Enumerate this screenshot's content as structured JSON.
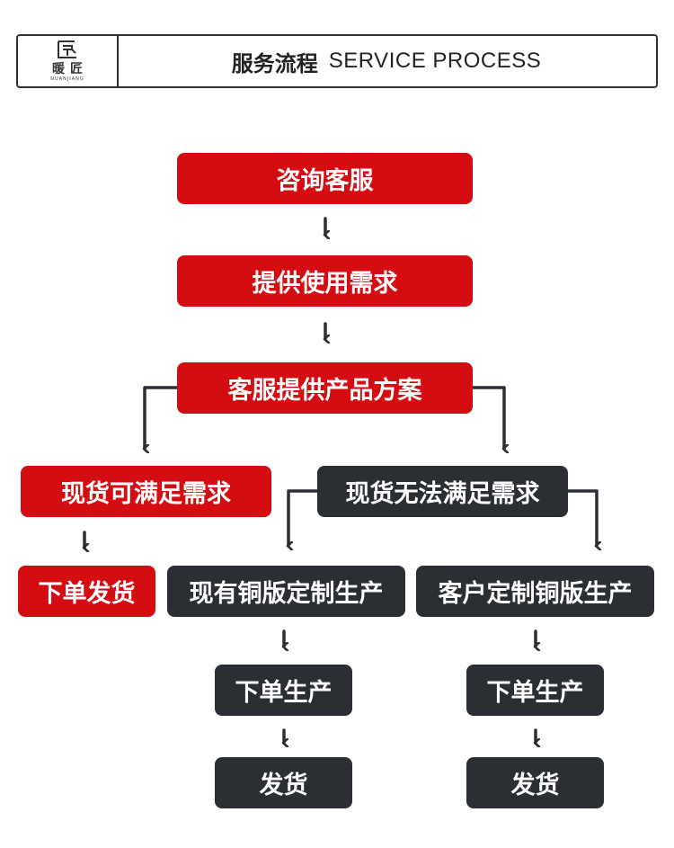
{
  "header": {
    "logo_cn": "暖匠",
    "logo_en": "NUANJIANG",
    "title_cn": "服务流程",
    "title_en": "SERVICE PROCESS"
  },
  "flow": {
    "consult": "咨询客服",
    "provide_needs": "提供使用需求",
    "provide_plan": "客服提供产品方案",
    "in_stock_ok": "现货可满足需求",
    "in_stock_not_ok": "现货无法满足需求",
    "order_ship": "下单发货",
    "existing_plate": "现有铜版定制生产",
    "custom_plate": "客户定制铜版生产",
    "order_produce_left": "下单生产",
    "order_produce_right": "下单生产",
    "ship_left": "发货",
    "ship_right": "发货"
  },
  "colors": {
    "red": "#d40d12",
    "dark": "#2b2e33",
    "arrow": "#2b2e33"
  }
}
